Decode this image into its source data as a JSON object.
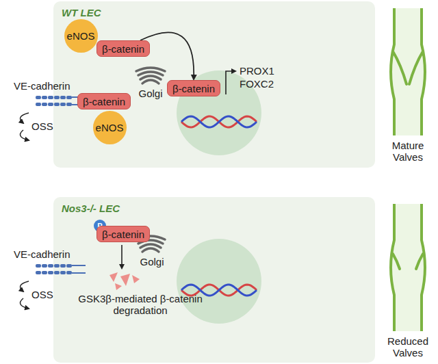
{
  "diagram": {
    "nodes": [
      {
        "text": [
          "WT LEC"
        ]
      },
      {
        "text": [
          "eNOS"
        ],
        "in": 0
      },
      {
        "text": [
          "β-catenin"
        ],
        "in": 0
      },
      {
        "text": [
          "β-catenin"
        ],
        "in": 0
      },
      {
        "text": [
          "β-catenin"
        ],
        "in": 0
      },
      {
        "text": [
          "eNOS"
        ],
        "in": 0
      },
      {
        "text": [
          "Nos3-/- LEC"
        ]
      },
      {
        "text": [
          "P"
        ],
        "in": 6
      },
      {
        "text": [
          "β-catenin"
        ],
        "in": 6
      }
    ],
    "edges": [
      {
        "from": 2,
        "to": 3,
        "arrow": "to"
      }
    ],
    "labels": [
      "VE-cadherin",
      "OSS",
      "Golgi",
      "PROX1",
      "FOXC2",
      "Mature Valves",
      "VE-cadherin",
      "OSS",
      "Golgi",
      "GSK3β-mediated β-catenin degradation",
      "Reduced Valves"
    ]
  }
}
